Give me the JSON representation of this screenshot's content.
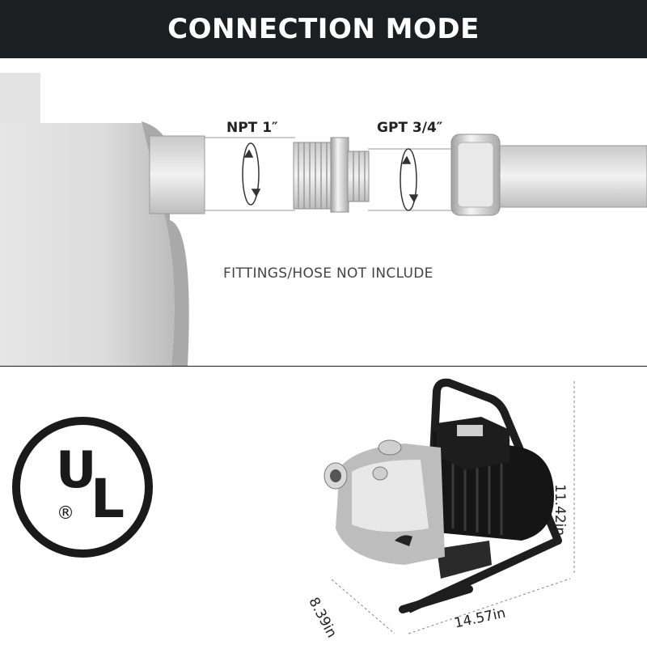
{
  "header": {
    "title": "CONNECTION MODE"
  },
  "diagram": {
    "npt_label": "NPT 1″",
    "gpt_label": "GPT 3/4″",
    "note": "FITTINGS/HOSE NOT INCLUDE"
  },
  "certification": {
    "u": "U",
    "l": "L",
    "registered": "®"
  },
  "dimensions": {
    "height": "11.42in",
    "depth": "8.39in",
    "width": "14.57in"
  },
  "colors": {
    "header_bg": "#1c1f22",
    "text": "#222222"
  }
}
